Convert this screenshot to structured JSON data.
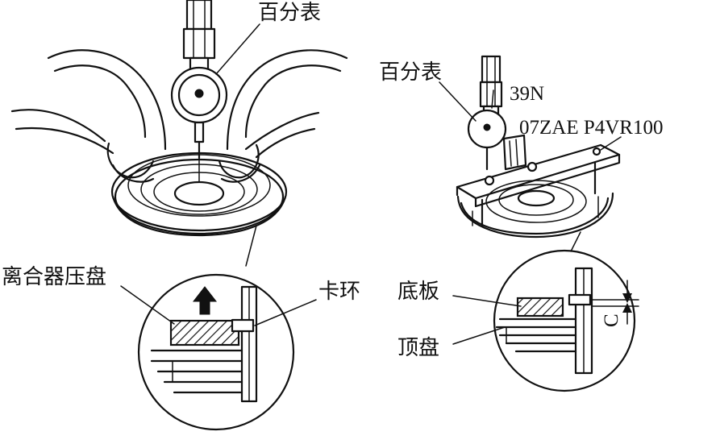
{
  "labels": {
    "left_dial_gauge": "百分表",
    "clutch_pressure_plate": "离合器压盘",
    "snap_ring": "卡环",
    "right_dial_gauge": "百分表",
    "force": "39N",
    "tool_part_number": "07ZAE P4VR100",
    "base_plate": "底板",
    "top_plate": "顶盘",
    "clearance": "C"
  }
}
